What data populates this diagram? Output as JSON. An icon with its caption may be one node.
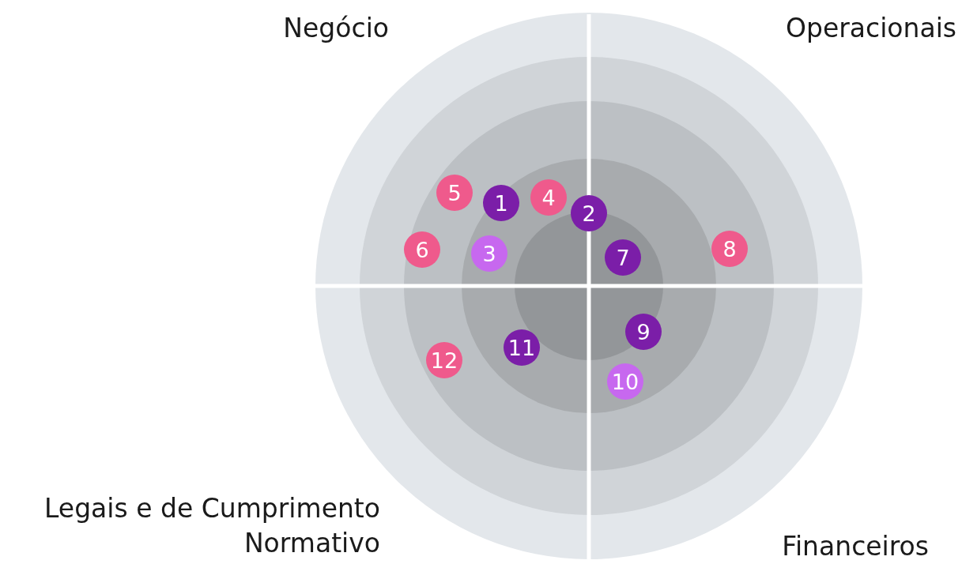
{
  "diagram": {
    "nodes": [
      {
        "text": [
          "1"
        ]
      },
      {
        "text": [
          "2"
        ]
      },
      {
        "text": [
          "3"
        ]
      },
      {
        "text": [
          "4"
        ]
      },
      {
        "text": [
          "5"
        ]
      },
      {
        "text": [
          "6"
        ]
      },
      {
        "text": [
          "7"
        ]
      },
      {
        "text": [
          "8"
        ]
      },
      {
        "text": [
          "9"
        ]
      },
      {
        "text": [
          "10"
        ]
      },
      {
        "text": [
          "11"
        ]
      },
      {
        "text": [
          "12"
        ]
      }
    ],
    "labels": [
      "Negócio",
      "Operacionais",
      "Legais e de Cumprimento Normativo",
      "Financeiros"
    ]
  }
}
